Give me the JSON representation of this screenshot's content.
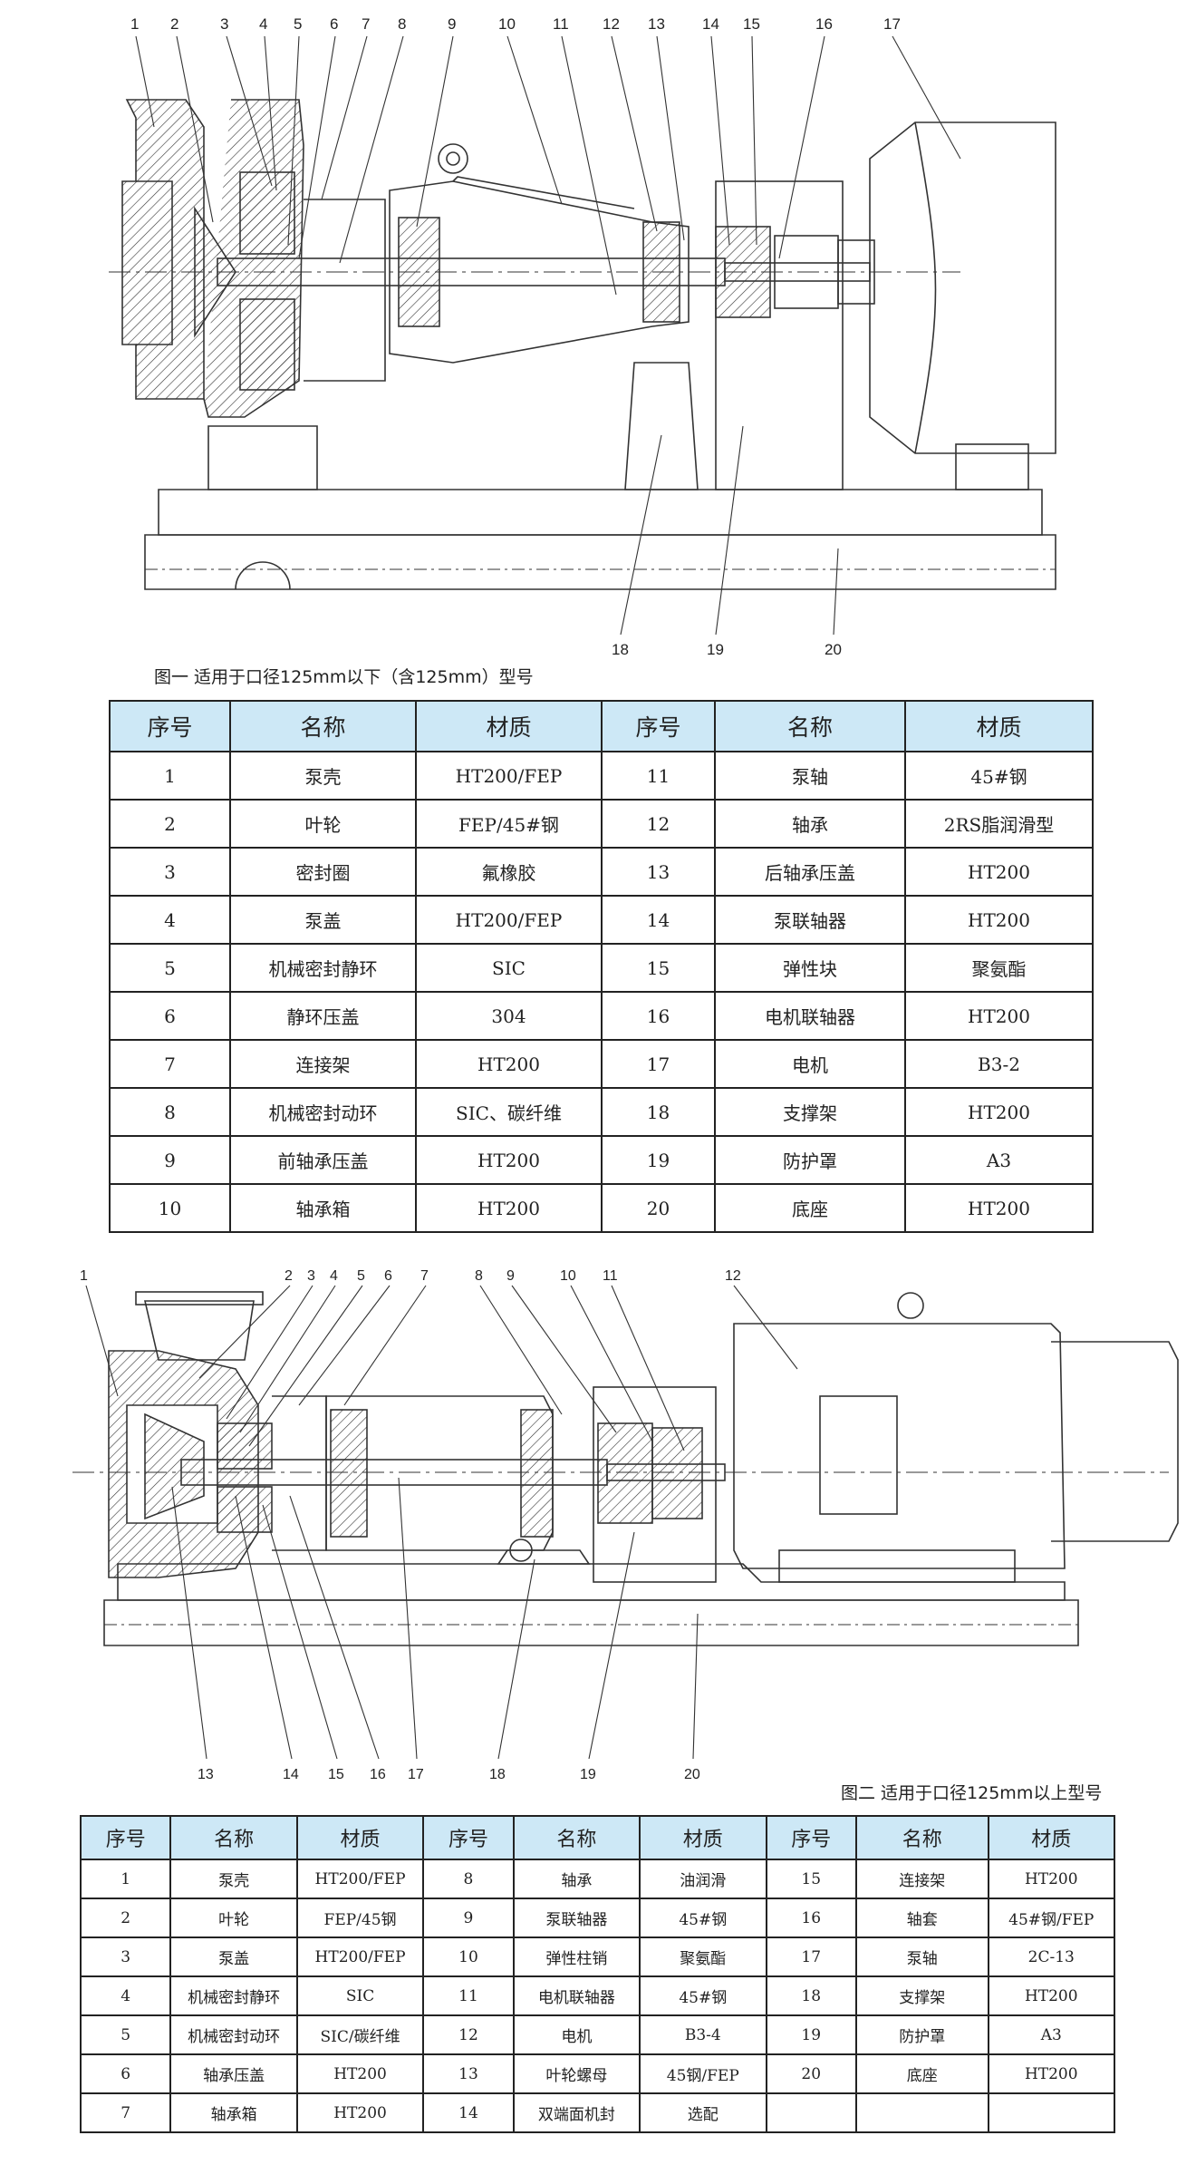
{
  "figure1": {
    "caption": "图一  适用于口径125mm以下（含125mm）型号",
    "callouts": [
      "1",
      "2",
      "3",
      "4",
      "5",
      "6",
      "7",
      "8",
      "9",
      "10",
      "11",
      "12",
      "13",
      "14",
      "15",
      "16",
      "17",
      "18",
      "19",
      "20"
    ]
  },
  "table1": {
    "headers": [
      "序号",
      "名称",
      "材质",
      "序号",
      "名称",
      "材质"
    ],
    "rows": [
      [
        "1",
        "泵壳",
        "HT200/FEP",
        "11",
        "泵轴",
        "45#钢"
      ],
      [
        "2",
        "叶轮",
        "FEP/45#钢",
        "12",
        "轴承",
        "2RS脂润滑型"
      ],
      [
        "3",
        "密封圈",
        "氟橡胶",
        "13",
        "后轴承压盖",
        "HT200"
      ],
      [
        "4",
        "泵盖",
        "HT200/FEP",
        "14",
        "泵联轴器",
        "HT200"
      ],
      [
        "5",
        "机械密封静环",
        "SIC",
        "15",
        "弹性块",
        "聚氨酯"
      ],
      [
        "6",
        "静环压盖",
        "304",
        "16",
        "电机联轴器",
        "HT200"
      ],
      [
        "7",
        "连接架",
        "HT200",
        "17",
        "电机",
        "B3-2"
      ],
      [
        "8",
        "机械密封动环",
        "SIC、碳纤维",
        "18",
        "支撑架",
        "HT200"
      ],
      [
        "9",
        "前轴承压盖",
        "HT200",
        "19",
        "防护罩",
        "A3"
      ],
      [
        "10",
        "轴承箱",
        "HT200",
        "20",
        "底座",
        "HT200"
      ]
    ]
  },
  "figure2": {
    "caption": "图二  适用于口径125mm以上型号",
    "callouts": [
      "1",
      "2",
      "3",
      "4",
      "5",
      "6",
      "7",
      "8",
      "9",
      "10",
      "11",
      "12",
      "13",
      "14",
      "15",
      "16",
      "17",
      "18",
      "19",
      "20"
    ]
  },
  "table2": {
    "headers": [
      "序号",
      "名称",
      "材质",
      "序号",
      "名称",
      "材质",
      "序号",
      "名称",
      "材质"
    ],
    "rows": [
      [
        "1",
        "泵壳",
        "HT200/FEP",
        "8",
        "轴承",
        "油润滑",
        "15",
        "连接架",
        "HT200"
      ],
      [
        "2",
        "叶轮",
        "FEP/45钢",
        "9",
        "泵联轴器",
        "45#钢",
        "16",
        "轴套",
        "45#钢/FEP"
      ],
      [
        "3",
        "泵盖",
        "HT200/FEP",
        "10",
        "弹性柱销",
        "聚氨酯",
        "17",
        "泵轴",
        "2C-13"
      ],
      [
        "4",
        "机械密封静环",
        "SIC",
        "11",
        "电机联轴器",
        "45#钢",
        "18",
        "支撑架",
        "HT200"
      ],
      [
        "5",
        "机械密封动环",
        "SIC/碳纤维",
        "12",
        "电机",
        "B3-4",
        "19",
        "防护罩",
        "A3"
      ],
      [
        "6",
        "轴承压盖",
        "HT200",
        "13",
        "叶轮螺母",
        "45钢/FEP",
        "20",
        "底座",
        "HT200"
      ],
      [
        "7",
        "轴承箱",
        "HT200",
        "14",
        "双端面机封",
        "选配",
        "",
        "",
        ""
      ]
    ]
  }
}
